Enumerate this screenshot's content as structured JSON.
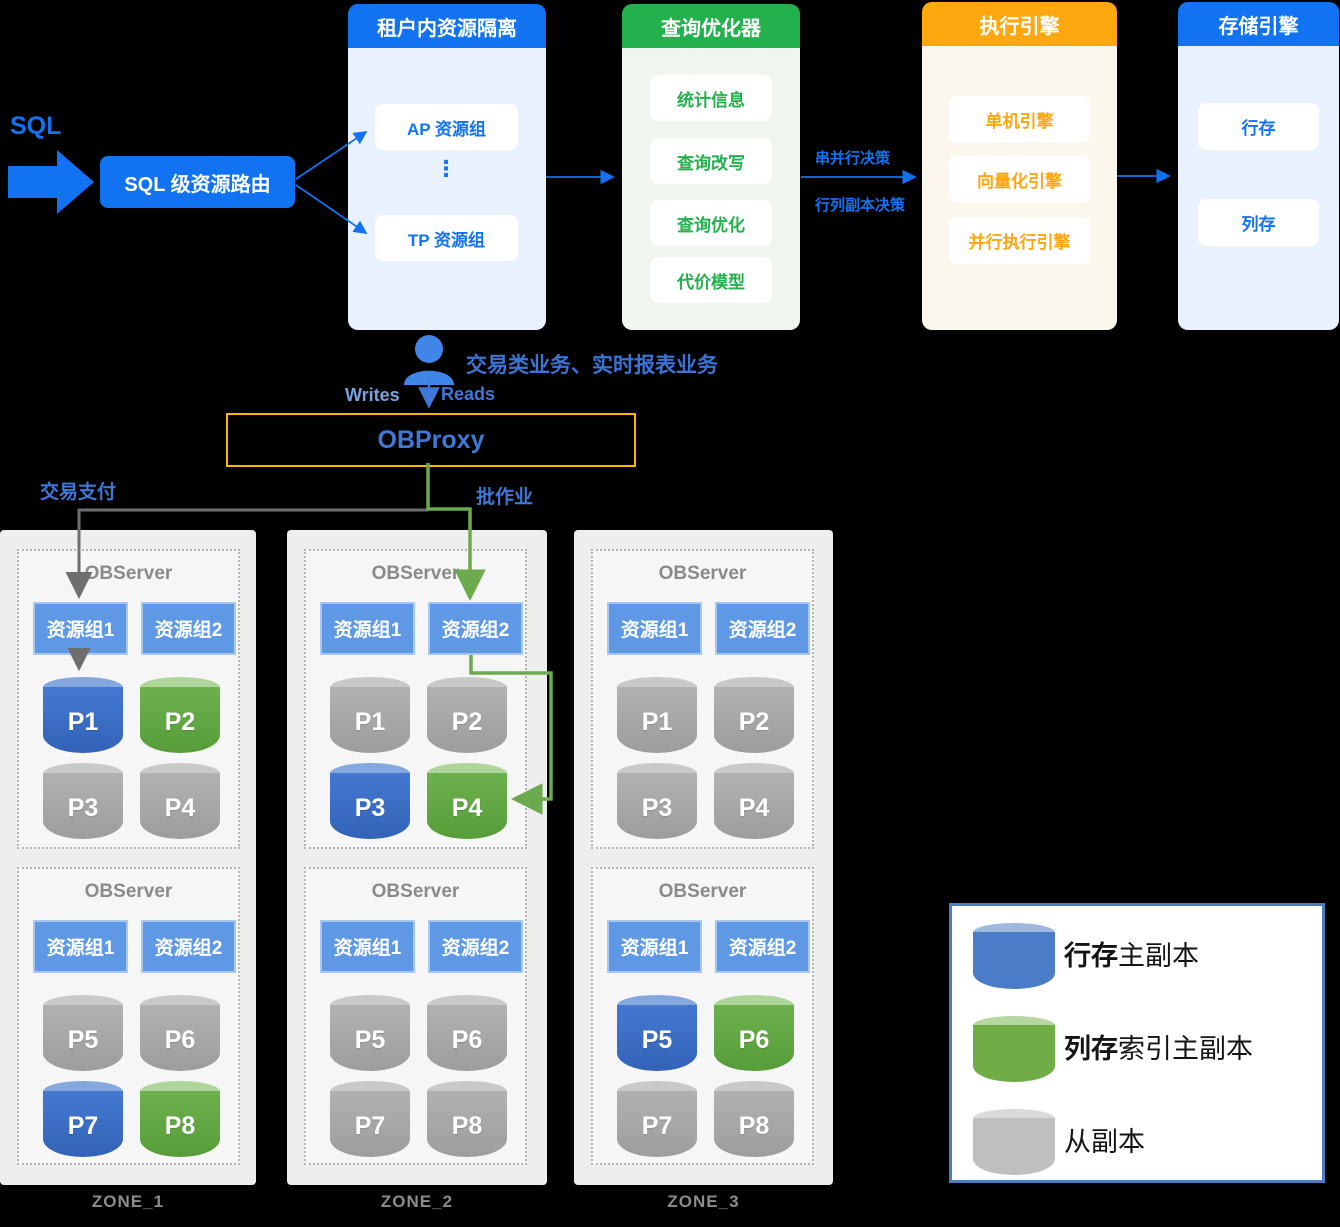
{
  "colors": {
    "primary_blue": "#1173f1",
    "green": "#23b14d",
    "orange": "#ffa70f",
    "obproxy_border": "#ffb400",
    "link_blue": "#3e78d8",
    "connector_gray": "#6e6e6e",
    "connector_green": "#6caa4e",
    "row_primary_cylinder": "#3b70ca",
    "column_primary_cylinder": "#6db14e",
    "follower_cylinder": "#a8a8a8",
    "legend_border": "#4a7ebd"
  },
  "flow": {
    "sql_label": "SQL",
    "router": "SQL 级资源路由",
    "panels": [
      {
        "id": "isolation",
        "title": "租户内资源隔离",
        "theme": "blue",
        "items": [
          "AP 资源组",
          "TP 资源组"
        ],
        "ellipsis": "⋮"
      },
      {
        "id": "optimizer",
        "title": "查询优化器",
        "theme": "green",
        "items": [
          "统计信息",
          "查询改写",
          "查询优化",
          "代价模型"
        ]
      },
      {
        "id": "executor",
        "title": "执行引擎",
        "theme": "orange",
        "items": [
          "单机引擎",
          "向量化引擎",
          "并行执行引擎"
        ]
      },
      {
        "id": "storage",
        "title": "存储引擎",
        "theme": "blue2",
        "items": [
          "行存",
          "列存"
        ]
      }
    ],
    "decision_labels": [
      "串并行决策",
      "行列副本决策"
    ]
  },
  "middle": {
    "user_caption": "交易类业务、实时报表业务",
    "writes_label": "Writes",
    "reads_label": "Reads",
    "obproxy_label": "OBProxy",
    "left_branch_label": "交易支付",
    "right_branch_label": "批作业"
  },
  "zones": [
    {
      "name": "ZONE_1",
      "servers": [
        {
          "title": "OBServer",
          "groups": [
            "资源组1",
            "资源组2"
          ],
          "partitions": [
            {
              "label": "P1",
              "type": "row-primary"
            },
            {
              "label": "P2",
              "type": "column-primary"
            },
            {
              "label": "P3",
              "type": "follower"
            },
            {
              "label": "P4",
              "type": "follower"
            }
          ]
        },
        {
          "title": "OBServer",
          "groups": [
            "资源组1",
            "资源组2"
          ],
          "partitions": [
            {
              "label": "P5",
              "type": "follower"
            },
            {
              "label": "P6",
              "type": "follower"
            },
            {
              "label": "P7",
              "type": "row-primary"
            },
            {
              "label": "P8",
              "type": "column-primary"
            }
          ]
        }
      ]
    },
    {
      "name": "ZONE_2",
      "servers": [
        {
          "title": "OBServer",
          "groups": [
            "资源组1",
            "资源组2"
          ],
          "partitions": [
            {
              "label": "P1",
              "type": "follower"
            },
            {
              "label": "P2",
              "type": "follower"
            },
            {
              "label": "P3",
              "type": "row-primary"
            },
            {
              "label": "P4",
              "type": "column-primary"
            }
          ]
        },
        {
          "title": "OBServer",
          "groups": [
            "资源组1",
            "资源组2"
          ],
          "partitions": [
            {
              "label": "P5",
              "type": "follower"
            },
            {
              "label": "P6",
              "type": "follower"
            },
            {
              "label": "P7",
              "type": "follower"
            },
            {
              "label": "P8",
              "type": "follower"
            }
          ]
        }
      ]
    },
    {
      "name": "ZONE_3",
      "servers": [
        {
          "title": "OBServer",
          "groups": [
            "资源组1",
            "资源组2"
          ],
          "partitions": [
            {
              "label": "P1",
              "type": "follower"
            },
            {
              "label": "P2",
              "type": "follower"
            },
            {
              "label": "P3",
              "type": "follower"
            },
            {
              "label": "P4",
              "type": "follower"
            }
          ]
        },
        {
          "title": "OBServer",
          "groups": [
            "资源组1",
            "资源组2"
          ],
          "partitions": [
            {
              "label": "P5",
              "type": "row-primary"
            },
            {
              "label": "P6",
              "type": "column-primary"
            },
            {
              "label": "P7",
              "type": "follower"
            },
            {
              "label": "P8",
              "type": "follower"
            }
          ]
        }
      ]
    }
  ],
  "legend": {
    "items": [
      {
        "type": "row-primary",
        "bold": "行存",
        "text": "主副本"
      },
      {
        "type": "column-primary",
        "bold": "列存",
        "text": "索引主副本"
      },
      {
        "type": "follower",
        "bold": "",
        "text": "从副本"
      }
    ]
  }
}
